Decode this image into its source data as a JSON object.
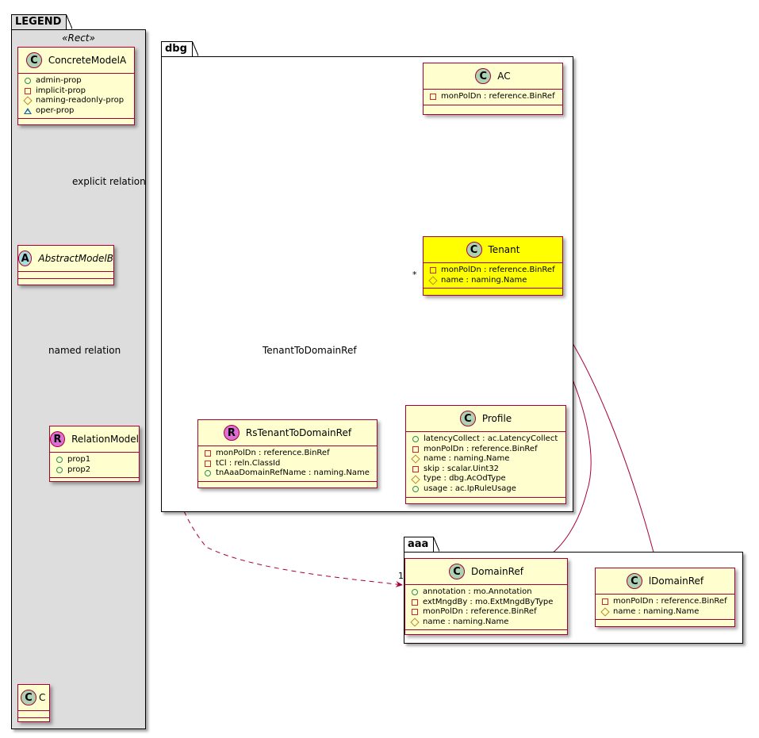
{
  "packages": {
    "legend": {
      "name": "LEGEND",
      "stereotype": "«Rect»"
    },
    "dbg": {
      "name": "dbg"
    },
    "aaa": {
      "name": "aaa"
    }
  },
  "colors": {
    "class_fill": "#fefece",
    "class_border": "#a80036",
    "highlight_fill": "#ffff00",
    "legend_fill": "#dddddd",
    "badge_class": "#add1b2",
    "badge_abstract": "#a9dcdf",
    "badge_relation": "#da70d6",
    "edge": "#a80036"
  },
  "classes": {
    "concrete_model_a": {
      "badge": "C",
      "name": "ConcreteModelA",
      "attrs": [
        {
          "vis": "public",
          "text": "admin-prop"
        },
        {
          "vis": "private",
          "text": "implicit-prop"
        },
        {
          "vis": "protected",
          "text": "naming-readonly-prop"
        },
        {
          "vis": "package",
          "text": "oper-prop"
        }
      ]
    },
    "abstract_model_b": {
      "badge": "A",
      "name": "AbstractModelB",
      "attrs": []
    },
    "relation_model": {
      "badge": "R",
      "name": "RelationModel",
      "attrs": [
        {
          "vis": "public",
          "text": "prop1"
        },
        {
          "vis": "public",
          "text": "prop2"
        }
      ]
    },
    "c": {
      "badge": "C",
      "name": "C",
      "attrs": []
    },
    "ac": {
      "badge": "C",
      "name": "AC",
      "attrs": [
        {
          "vis": "private",
          "text": "monPolDn : reference.BinRef"
        }
      ]
    },
    "tenant": {
      "badge": "C",
      "name": "Tenant",
      "attrs": [
        {
          "vis": "private",
          "text": "monPolDn : reference.BinRef"
        },
        {
          "vis": "protected",
          "text": "name : naming.Name"
        }
      ]
    },
    "profile": {
      "badge": "C",
      "name": "Profile",
      "attrs": [
        {
          "vis": "public",
          "text": "latencyCollect : ac.LatencyCollect"
        },
        {
          "vis": "private",
          "text": "monPolDn : reference.BinRef"
        },
        {
          "vis": "protected",
          "text": "name : naming.Name"
        },
        {
          "vis": "private",
          "text": "skip : scalar.Uint32"
        },
        {
          "vis": "protected",
          "text": "type : dbg.AcOdType"
        },
        {
          "vis": "public",
          "text": "usage : ac.IpRuleUsage"
        }
      ]
    },
    "rs_tenant_to_domain_ref": {
      "badge": "R",
      "name": "RsTenantToDomainRef",
      "attrs": [
        {
          "vis": "private",
          "text": "monPolDn : reference.BinRef"
        },
        {
          "vis": "private",
          "text": "tCl : reln.ClassId"
        },
        {
          "vis": "public",
          "text": "tnAaaDomainRefName : naming.Name"
        }
      ]
    },
    "domain_ref": {
      "badge": "C",
      "name": "DomainRef",
      "attrs": [
        {
          "vis": "public",
          "text": "annotation : mo.Annotation"
        },
        {
          "vis": "private",
          "text": "extMngdBy : mo.ExtMngdByType"
        },
        {
          "vis": "private",
          "text": "monPolDn : reference.BinRef"
        },
        {
          "vis": "protected",
          "text": "name : naming.Name"
        }
      ]
    },
    "l_domain_ref": {
      "badge": "C",
      "name": "lDomainRef",
      "attrs": [
        {
          "vis": "private",
          "text": "monPolDn : reference.BinRef"
        },
        {
          "vis": "protected",
          "text": "name : naming.Name"
        }
      ]
    }
  },
  "relations": {
    "explicit": {
      "label": "explicit relation"
    },
    "named": {
      "label": "named relation"
    },
    "tenant_to_domain_ref": {
      "label": "TenantToDomainRef",
      "source_mult": "*",
      "target_mult": "1"
    }
  }
}
